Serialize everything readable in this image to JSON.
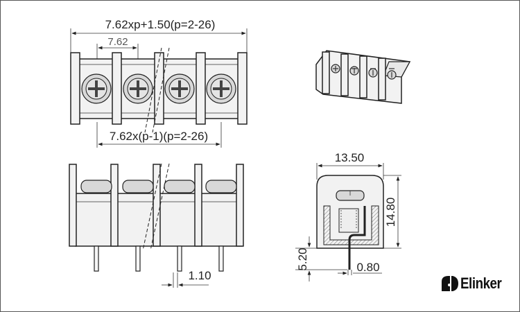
{
  "dimensions": {
    "total_length": "7.62xp+1.50(p=2-26)",
    "pitch": "7.62",
    "span": "7.62x(p-1)(p=2-26)",
    "pin_spacing_gap": "1.10",
    "width": "13.50",
    "height": "14.80",
    "pin_length": "5.20",
    "pin_thickness": "0.80"
  },
  "brand": {
    "name": "Elinker"
  },
  "colors": {
    "line": "#222222",
    "body": "#f2f2f2",
    "screw": "#d8d8d8"
  }
}
